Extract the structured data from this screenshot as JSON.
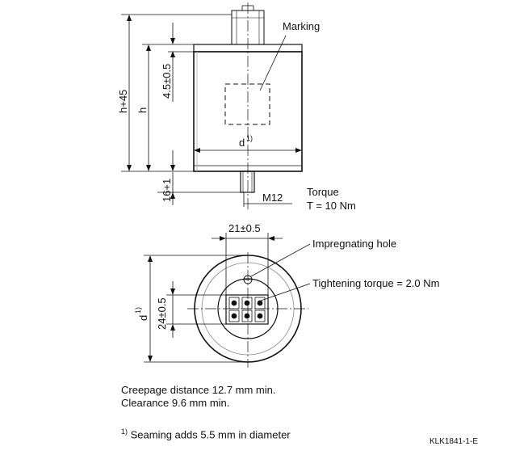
{
  "labels": {
    "marking": "Marking",
    "h45": "h+45",
    "h": "h",
    "thread_height": "4.5±0.5",
    "d_top": "d",
    "d_top_sup": "1)",
    "stud_length": "16+1",
    "thread": "M12",
    "torque_line1": "Torque",
    "torque_line2": "T = 10 Nm",
    "terminal_width": "21±0.5",
    "impregnating_hole": "Impregnating hole",
    "tightening_torque": "Tightening torque = 2.0 Nm",
    "d_bottom": "d",
    "d_bottom_sup": "1)",
    "terminal_height": "24±0.5"
  },
  "notes": {
    "creepage": "Creepage distance 12.7 mm min.",
    "clearance": "Clearance 9.6 mm min.",
    "footnote_mark": "1)",
    "footnote": "Seaming adds 5.5 mm in diameter"
  },
  "drawing_code": "KLK1841-1-E"
}
